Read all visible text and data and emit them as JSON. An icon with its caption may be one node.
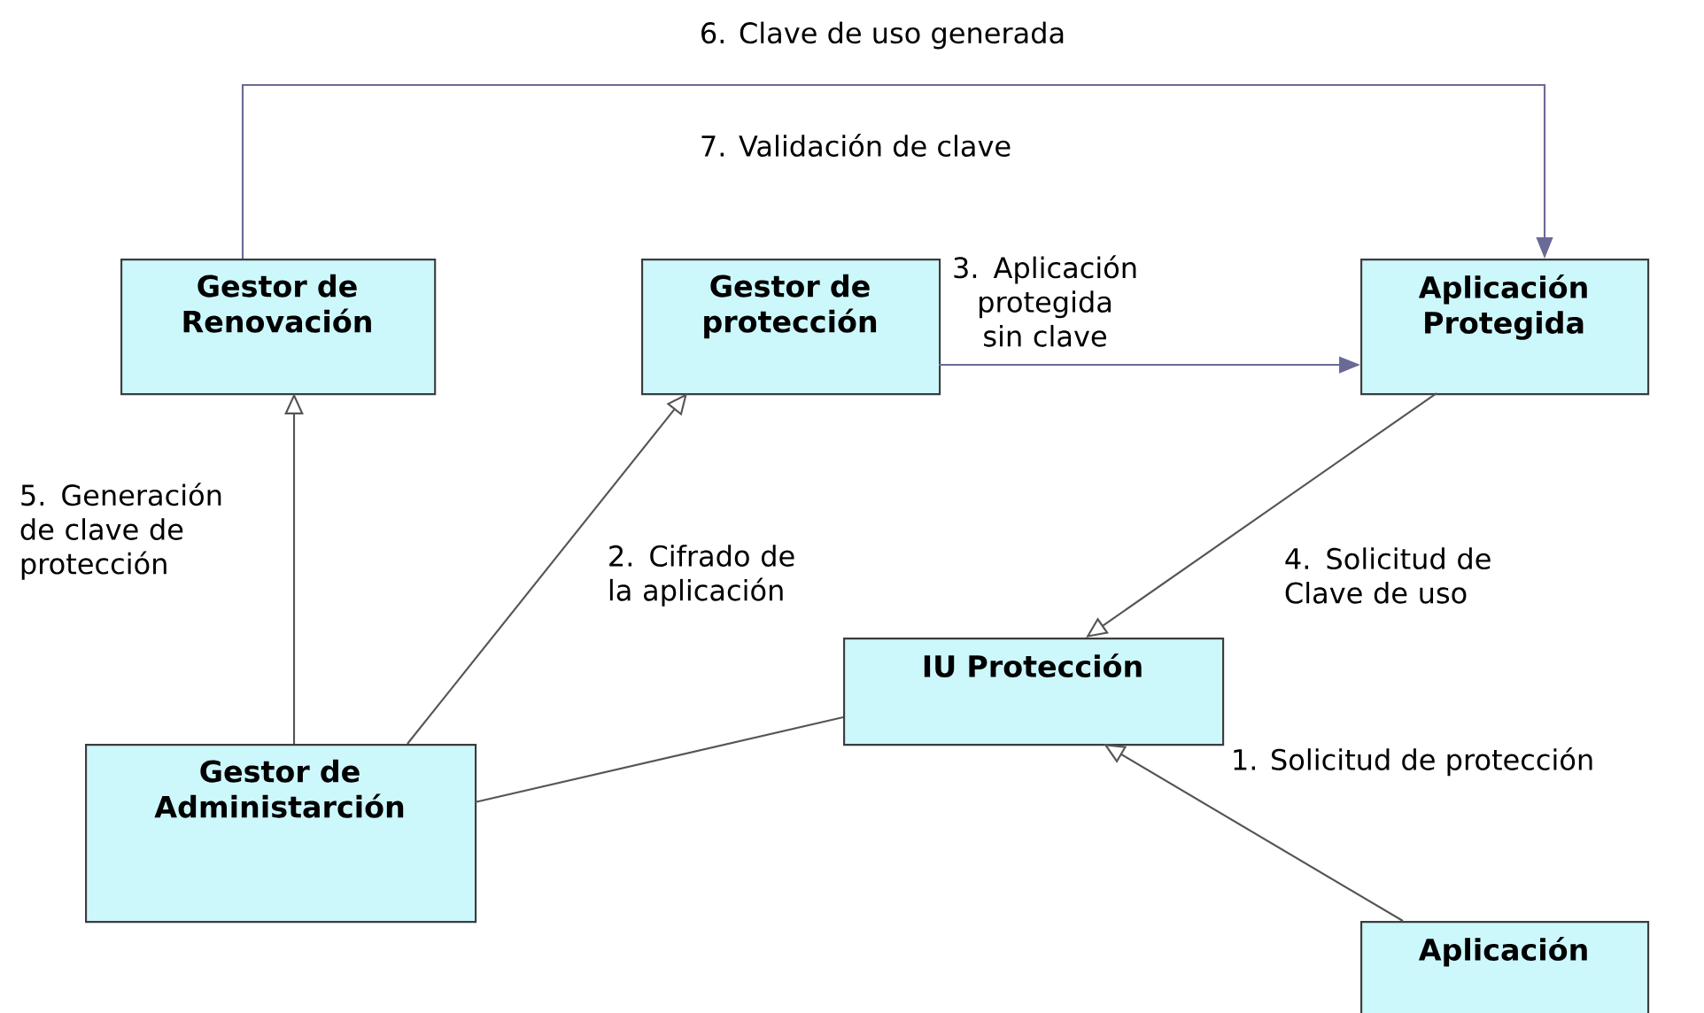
{
  "diagram": {
    "nodes": [
      {
        "text": [
          "Gestor de Renovación"
        ]
      },
      {
        "text": [
          "Gestor de protección"
        ]
      },
      {
        "text": [
          "Aplicación Protegida"
        ]
      },
      {
        "text": [
          "IU Protección"
        ]
      },
      {
        "text": [
          "Gestor de Administarción"
        ]
      },
      {
        "text": [
          "Aplicación"
        ]
      }
    ],
    "edges": [
      {
        "from": 0,
        "to": 2,
        "arrow": "to",
        "label": "6. Clave de uso generada",
        "color": "#6a6a96"
      },
      {
        "from": 1,
        "to": 2,
        "arrow": "to",
        "label": "3. Aplicación protegida sin clave",
        "color": "#6a6a96"
      },
      {
        "from": 2,
        "to": 3,
        "arrow": "to",
        "label": "4. Solicitud de Clave de uso"
      },
      {
        "from": 4,
        "to": 0,
        "arrow": "to",
        "label": "5. Generación de clave de protección"
      },
      {
        "from": 4,
        "to": 1,
        "arrow": "to",
        "label": "2. Cifrado de la aplicación"
      },
      {
        "from": 4,
        "to": 3,
        "arrow": "none"
      },
      {
        "from": 5,
        "to": 3,
        "arrow": "to",
        "label": "1. Solicitud de protección"
      }
    ],
    "labels": [
      "7. Validación de clave"
    ]
  }
}
